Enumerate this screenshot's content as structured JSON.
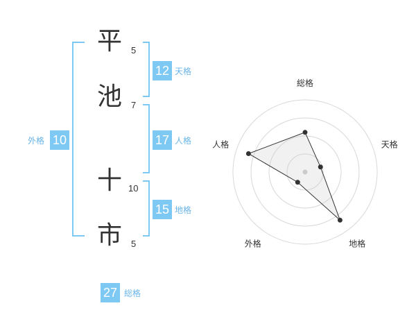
{
  "colors": {
    "accent": "#7ec8f4",
    "text": "#333333",
    "badge_label": "#6ab5e8"
  },
  "name": {
    "characters": [
      {
        "char": "平",
        "strokes": "5"
      },
      {
        "char": "池",
        "strokes": "7"
      },
      {
        "char": "十",
        "strokes": "10"
      },
      {
        "char": "市",
        "strokes": "5"
      }
    ]
  },
  "fortunes": {
    "tenkaku": {
      "value": "12",
      "label": "天格"
    },
    "jinkaku": {
      "value": "17",
      "label": "人格"
    },
    "chikaku": {
      "value": "15",
      "label": "地格"
    },
    "gaikaku": {
      "value": "10",
      "label": "外格"
    },
    "soukaku": {
      "value": "27",
      "label": "総格"
    }
  },
  "radar": {
    "axes": [
      "総格",
      "天格",
      "地格",
      "外格",
      "人格"
    ],
    "rings": 4,
    "max": 4,
    "values": [
      2.2,
      0.9,
      3.3,
      0.7,
      3.3
    ]
  }
}
